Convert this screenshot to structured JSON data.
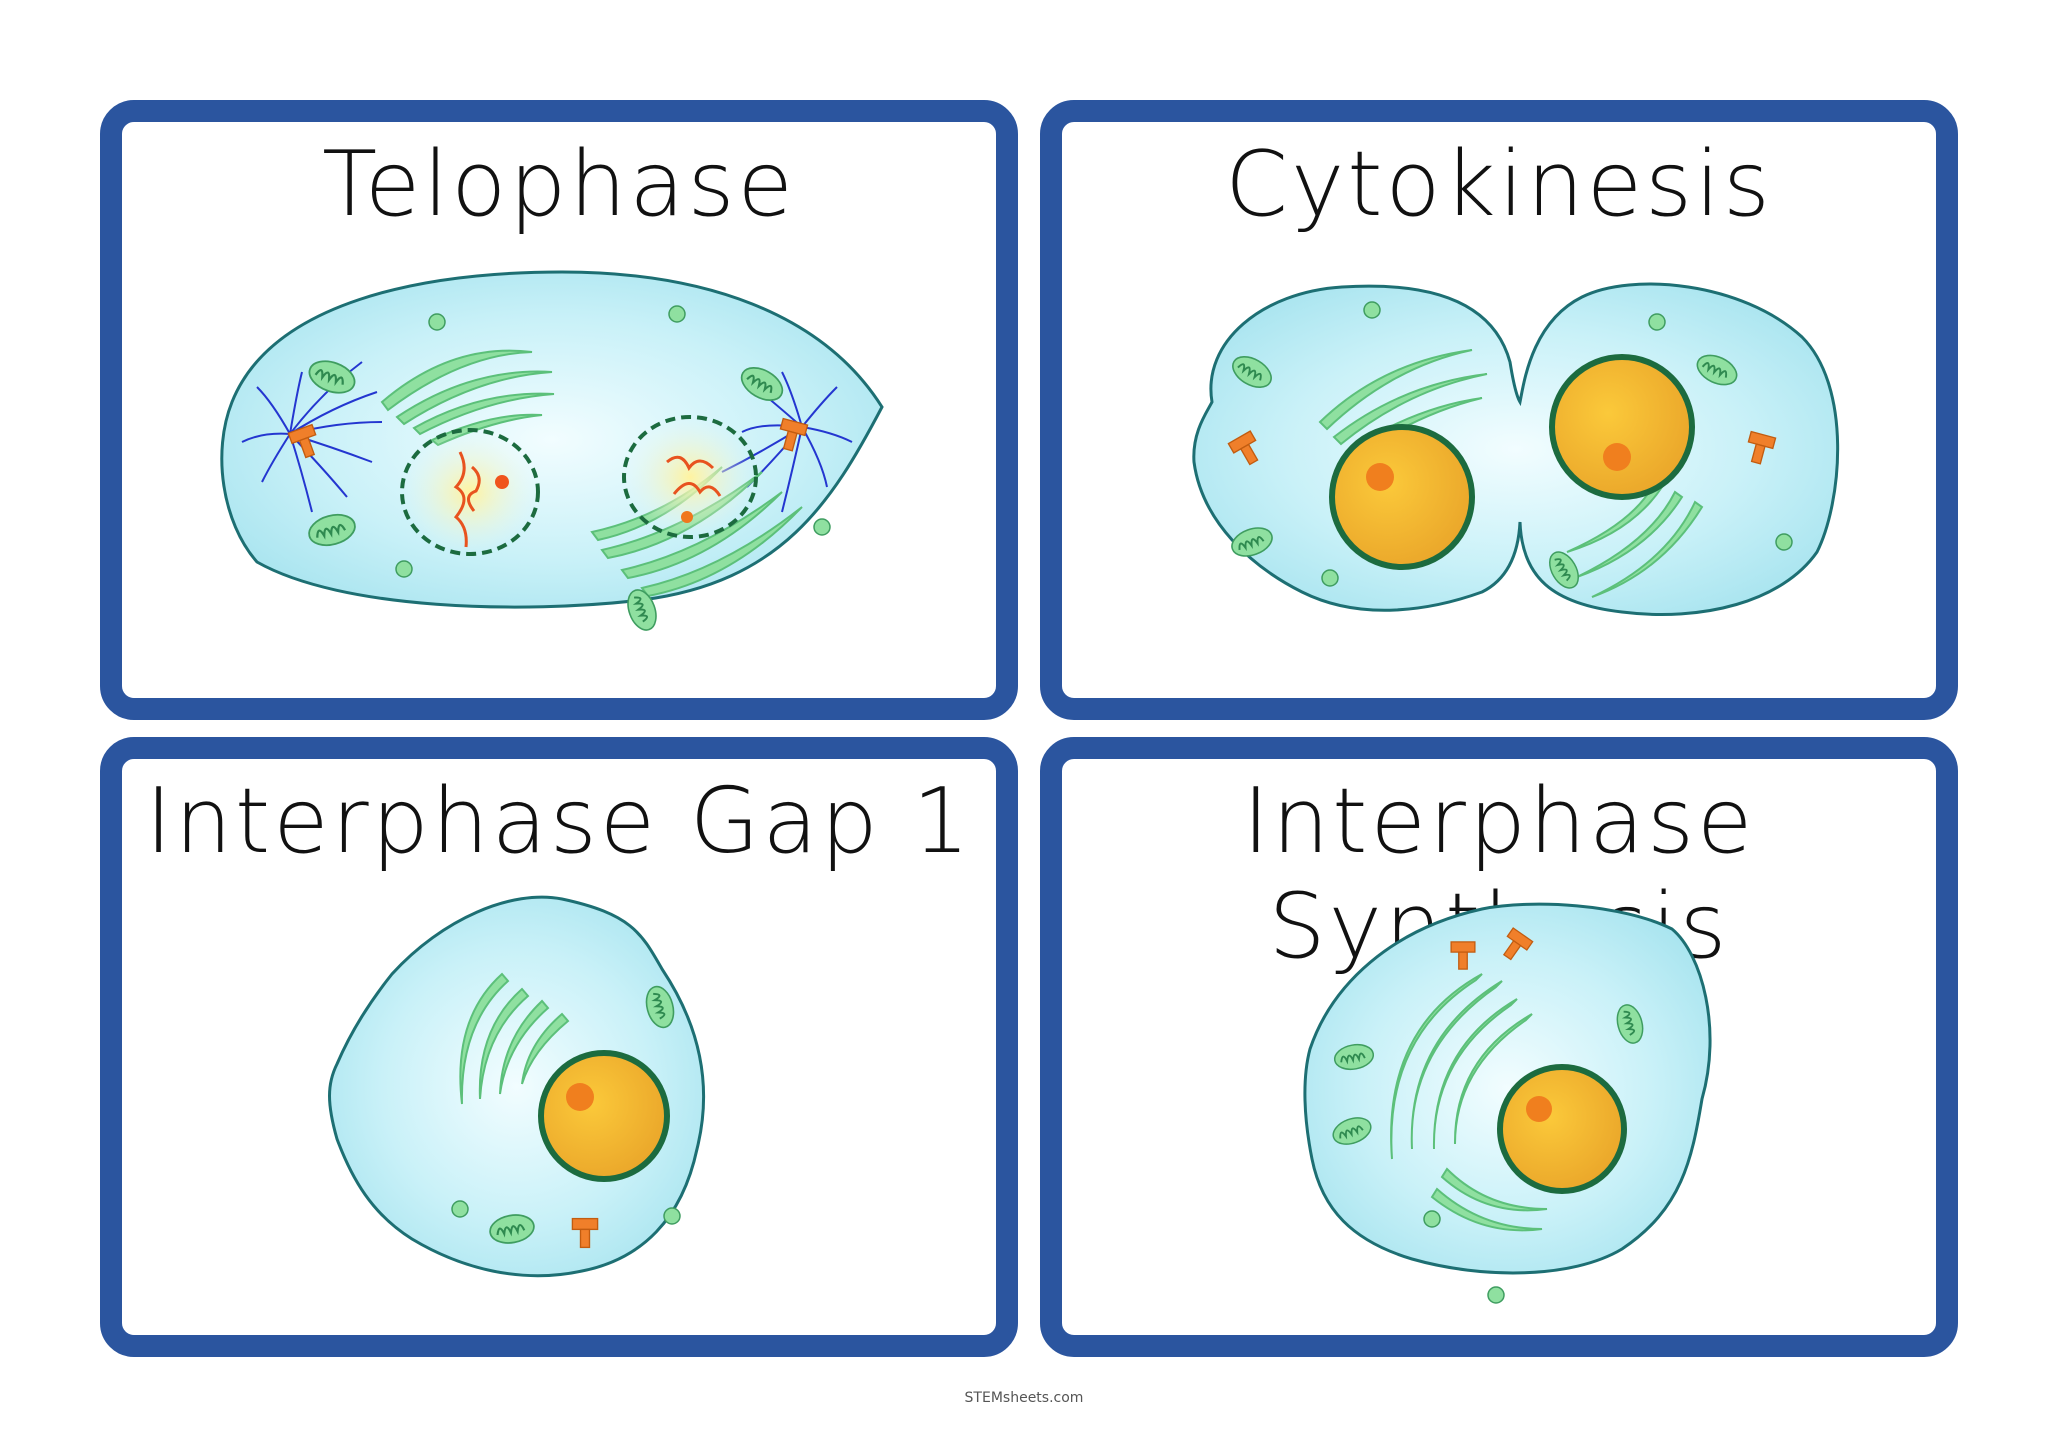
{
  "cards": [
    {
      "title": "Telophase"
    },
    {
      "title": "Cytokinesis"
    },
    {
      "title": "Interphase Gap 1"
    },
    {
      "title": "Interphase Synthesis"
    }
  ],
  "footer": "STEMsheets.com",
  "colors": {
    "card_border": "#2b559f",
    "cytoplasm": "#b8ecf4",
    "membrane": "#1d6f73",
    "nucleus": "#f2b72c",
    "nuclear_envelope": "#1c6b3f",
    "organelle": "#8fe0a0",
    "centriole": "#f07f2a",
    "spindle": "#2436d0"
  }
}
